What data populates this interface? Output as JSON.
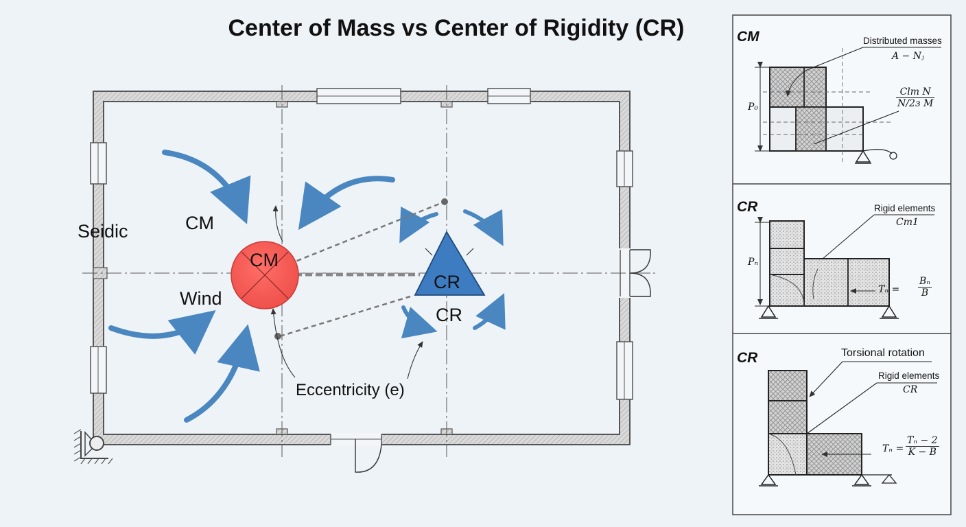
{
  "title": "Center of Mass vs Center of Rigidity (CR)",
  "plan": {
    "seismic_label": "Seidic",
    "wind_label": "Wind",
    "cm_outer_label": "CM",
    "cm_inner_label": "CM",
    "cr_inner_label": "CR",
    "cr_below_label": "CR",
    "eccentricity_label": "Eccentricity (e)"
  },
  "panels": [
    {
      "heading": "CM",
      "callout_top": "Distributed masses",
      "callout_sub": "A − Nⱼ",
      "side_label": "P₀",
      "fraction_num": "Clm N",
      "fraction_den": "N/2з M"
    },
    {
      "heading": "CR",
      "callout_top": "Rigid elements",
      "callout_sub": "Cm1",
      "side_label": "Pₙ",
      "formula_lhs": "Tₙ =",
      "fraction_num": "Bₙ",
      "fraction_den": "B"
    },
    {
      "heading": "CR",
      "callout_main": "Torsional rotation",
      "callout_top": "Rigid elements",
      "callout_sub": "CR",
      "formula_lhs": "Tₙ =",
      "fraction_num": "Tₙ − 2",
      "fraction_den": "K − B"
    }
  ],
  "colors": {
    "cm_fill": "#f25a55",
    "cr_fill": "#3d7cc1",
    "arrow_blue": "#4a86bf",
    "wall": "#555555"
  }
}
